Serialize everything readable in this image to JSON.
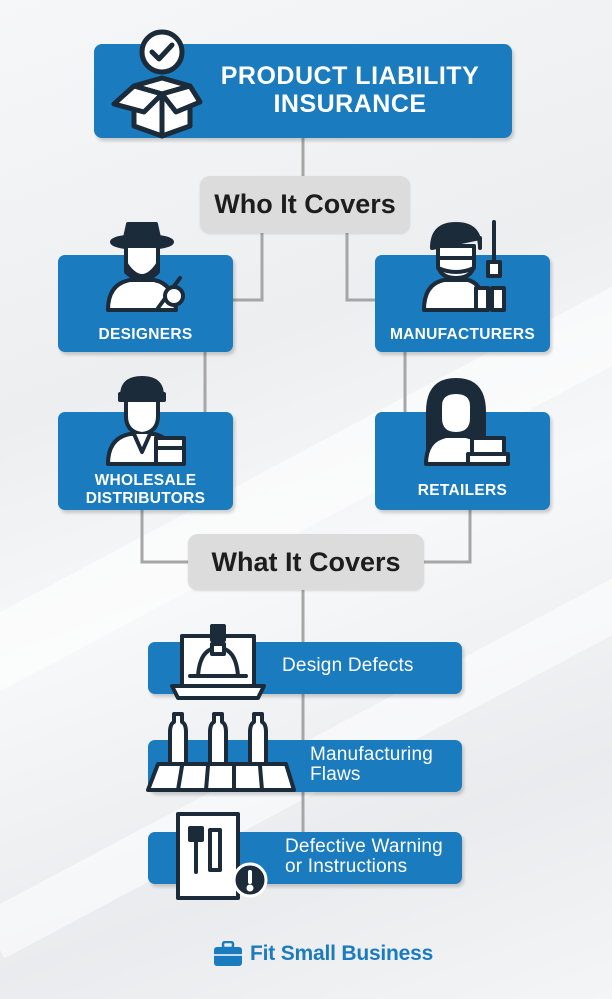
{
  "title": {
    "line1": "PRODUCT LIABILITY",
    "line2": "INSURANCE"
  },
  "sections": {
    "who": "Who It Covers",
    "what": "What It Covers"
  },
  "roles": {
    "designers": "DESIGNERS",
    "manufacturers": "MANUFACTURERS",
    "wholesale_line1": "WHOLESALE",
    "wholesale_line2": "DISTRIBUTORS",
    "retailers": "RETAILERS"
  },
  "coverage": {
    "design_defects": "Design Defects",
    "manufacturing_line1": "Manufacturing",
    "manufacturing_line2": "Flaws",
    "warning_line1": "Defective Warning",
    "warning_line2": "or Instructions"
  },
  "brand": "Fit Small Business",
  "colors": {
    "accent": "#1a7bbf",
    "pill": "#dcdcdc",
    "connector": "#a6a6a6",
    "icon_dark": "#1b2b3a"
  },
  "icons": {
    "title": "box-check-icon",
    "designers": "designer-icon",
    "manufacturers": "manufacturer-icon",
    "wholesale": "distributor-icon",
    "retailers": "retailer-icon",
    "design_defects": "laptop-design-icon",
    "manufacturing": "conveyor-bottles-icon",
    "warning": "manual-warning-icon",
    "brand": "briefcase-icon"
  }
}
